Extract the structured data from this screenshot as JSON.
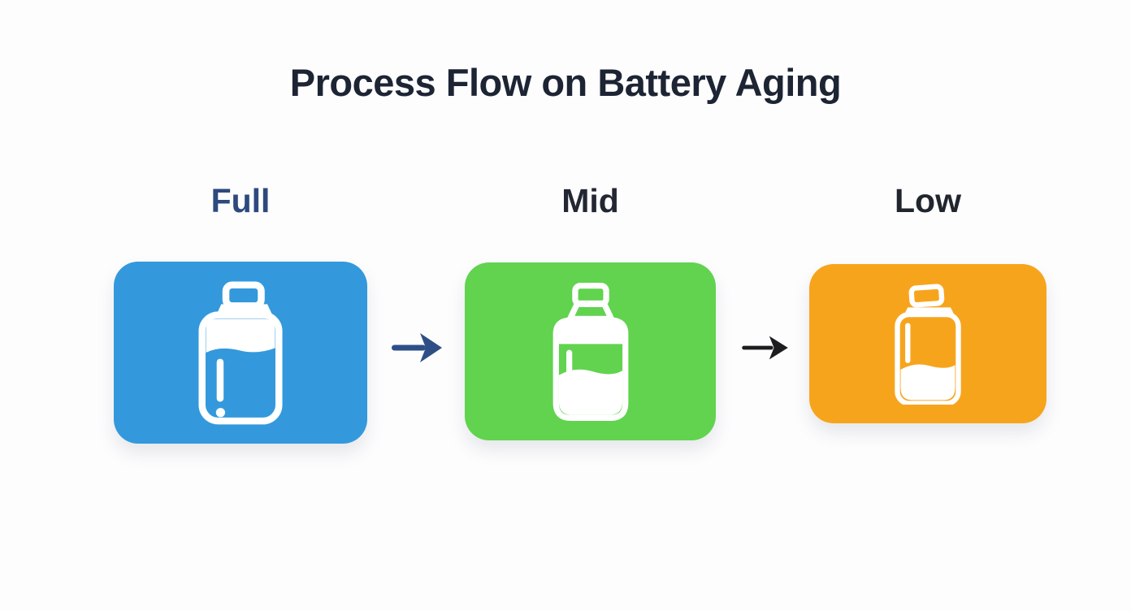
{
  "title": {
    "text": "Process Flow on Battery Aging",
    "color": "#1d2433"
  },
  "background_color": "#fdfdfe",
  "icon_color": "#ffffff",
  "stages": [
    {
      "name": "Full",
      "label_color": "#2d4a7e",
      "box_color": "#3399dc",
      "icon": "bottle-full-icon"
    },
    {
      "name": "Mid",
      "label_color": "#232733",
      "box_color": "#61d34f",
      "icon": "bottle-half-icon"
    },
    {
      "name": "Low",
      "label_color": "#21252e",
      "box_color": "#f7a41d",
      "icon": "bottle-low-icon"
    }
  ],
  "arrows": [
    {
      "from": "Full",
      "to": "Mid",
      "color": "#2d4f86"
    },
    {
      "from": "Mid",
      "to": "Low",
      "color": "#1d1d1f"
    }
  ]
}
